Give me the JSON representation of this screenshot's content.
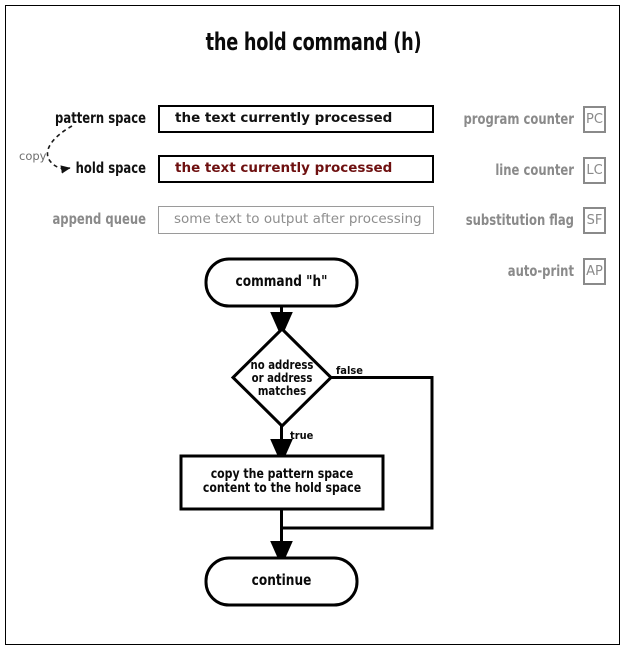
{
  "page": {
    "title": "the hold command (h)",
    "background": "#ffffff",
    "border_color": "#000000"
  },
  "registers": {
    "left_rows": [
      {
        "label": "pattern space",
        "label_color": "#111111",
        "value": "the text currently processed",
        "value_color": "#111111",
        "box_style": "strong"
      },
      {
        "label": "hold space",
        "label_color": "#111111",
        "value": "the text currently processed",
        "value_color": "#6e1010",
        "box_style": "strong"
      },
      {
        "label": "append queue",
        "label_color": "#8a8a8a",
        "value": "some text to output after processing",
        "value_color": "#8e8e8e",
        "box_style": "light"
      }
    ],
    "right_rows": [
      {
        "label": "program counter",
        "code": "PC"
      },
      {
        "label": "line counter",
        "code": "LC"
      },
      {
        "label": "substitution flag",
        "code": "SF"
      },
      {
        "label": "auto-print",
        "code": "AP"
      }
    ]
  },
  "annotation": {
    "copy_label": "copy"
  },
  "flowchart": {
    "start": "command \"h\"",
    "decision": {
      "line1": "no address",
      "line2": "or address",
      "line3": "matches"
    },
    "edge_true": "true",
    "edge_false": "false",
    "process": {
      "line1": "copy the pattern space",
      "line2": "content to the hold space"
    },
    "end": "continue"
  }
}
